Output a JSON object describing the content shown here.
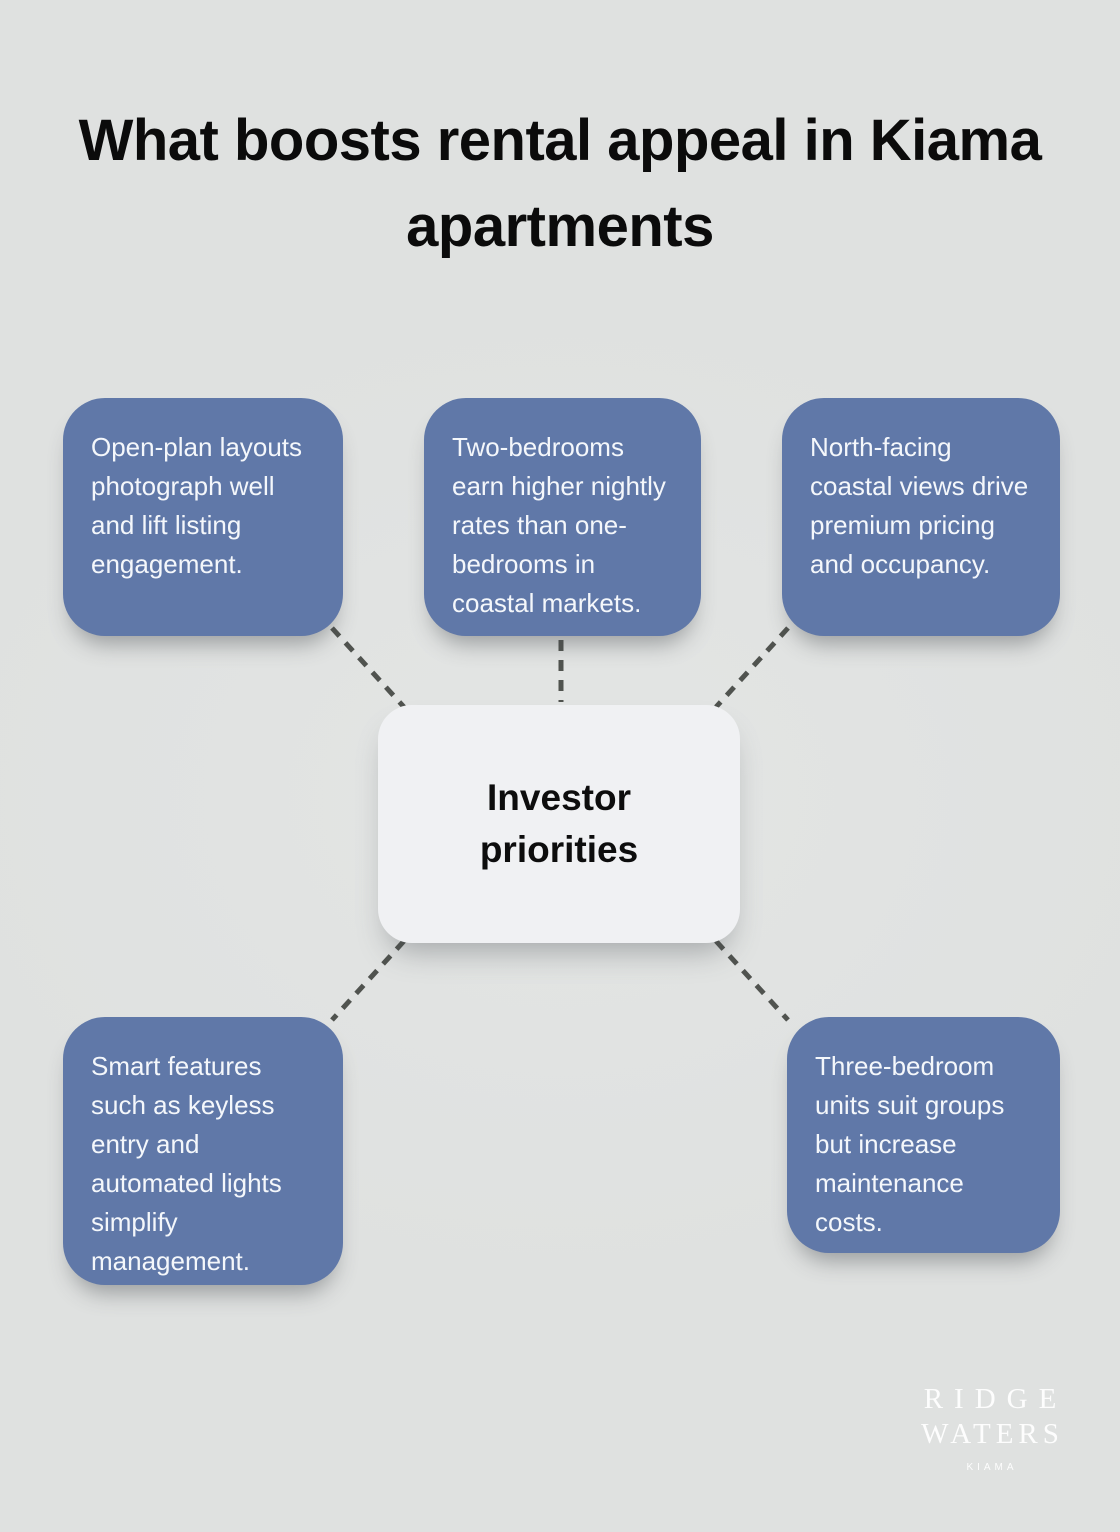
{
  "title": "What boosts rental appeal in Kiama apartments",
  "center": {
    "label": "Investor priorities"
  },
  "nodes": [
    {
      "id": "open-plan-layouts",
      "text": "Open-plan layouts photograph well and lift listing engagement."
    },
    {
      "id": "two-bedroom-rates",
      "text": "Two-bedrooms earn higher nightly rates than one-bedrooms in coastal markets."
    },
    {
      "id": "north-facing-views",
      "text": "North-facing coastal views drive premium pricing and occupancy."
    },
    {
      "id": "smart-features",
      "text": "Smart features such as keyless entry and automated lights simplify management."
    },
    {
      "id": "three-bedroom-units",
      "text": "Three-bedroom units suit groups but increase maintenance costs."
    }
  ],
  "logo": {
    "line1": "RIDGE",
    "line2": "WATERS",
    "line3": "KIAMA"
  },
  "colors": {
    "background": "#dfe1e0",
    "title": "#0b0b0b",
    "node_bg": "#6078a8",
    "node_text": "#f4f7fb",
    "center_bg": "#f0f1f3",
    "center_text": "#0d0d0d",
    "connector": "#50534f"
  }
}
